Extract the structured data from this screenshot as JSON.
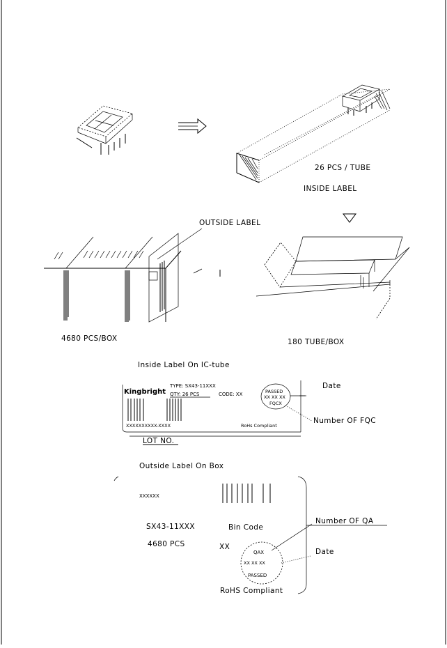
{
  "tube": {
    "quantity_label": "26 PCS / TUBE",
    "inside_label": "INSIDE LABEL"
  },
  "box": {
    "outside_label": "OUTSIDE LABEL",
    "quantity_label": "4680 PCS/BOX",
    "tube_count_label": "180 TUBE/BOX"
  },
  "inside_label_card": {
    "heading": "Inside Label On IC-tube",
    "brand": "Kingbright",
    "type_line": "TYPE: SX43-11XXX",
    "qty_line": "QTY: 26 PCS",
    "code_line": "CODE: XX",
    "serial": "XXXXXXXXXX-XXXX",
    "rohs": "RoHs Compliant",
    "stamp_top": "PASSED",
    "stamp_mid": "XX  XX  XX",
    "stamp_bottom": "FQCX",
    "callout_date": "Date",
    "callout_fqc": "Number OF FQC",
    "lot": "LOT NO."
  },
  "outside_label_card": {
    "heading": "Outside Label On Box",
    "code": "XXXXXX",
    "part": "SX43-11XXX",
    "bin_code": "Bin Code",
    "pcs": "4680 PCS",
    "xx": "XX",
    "stamp_top": "QAX",
    "stamp_mid": "XX  XX  XX",
    "stamp_bottom": "PASSED",
    "rohs": "RoHS Compliant",
    "callout_qa": "Number OF QA",
    "callout_date": "Date"
  }
}
